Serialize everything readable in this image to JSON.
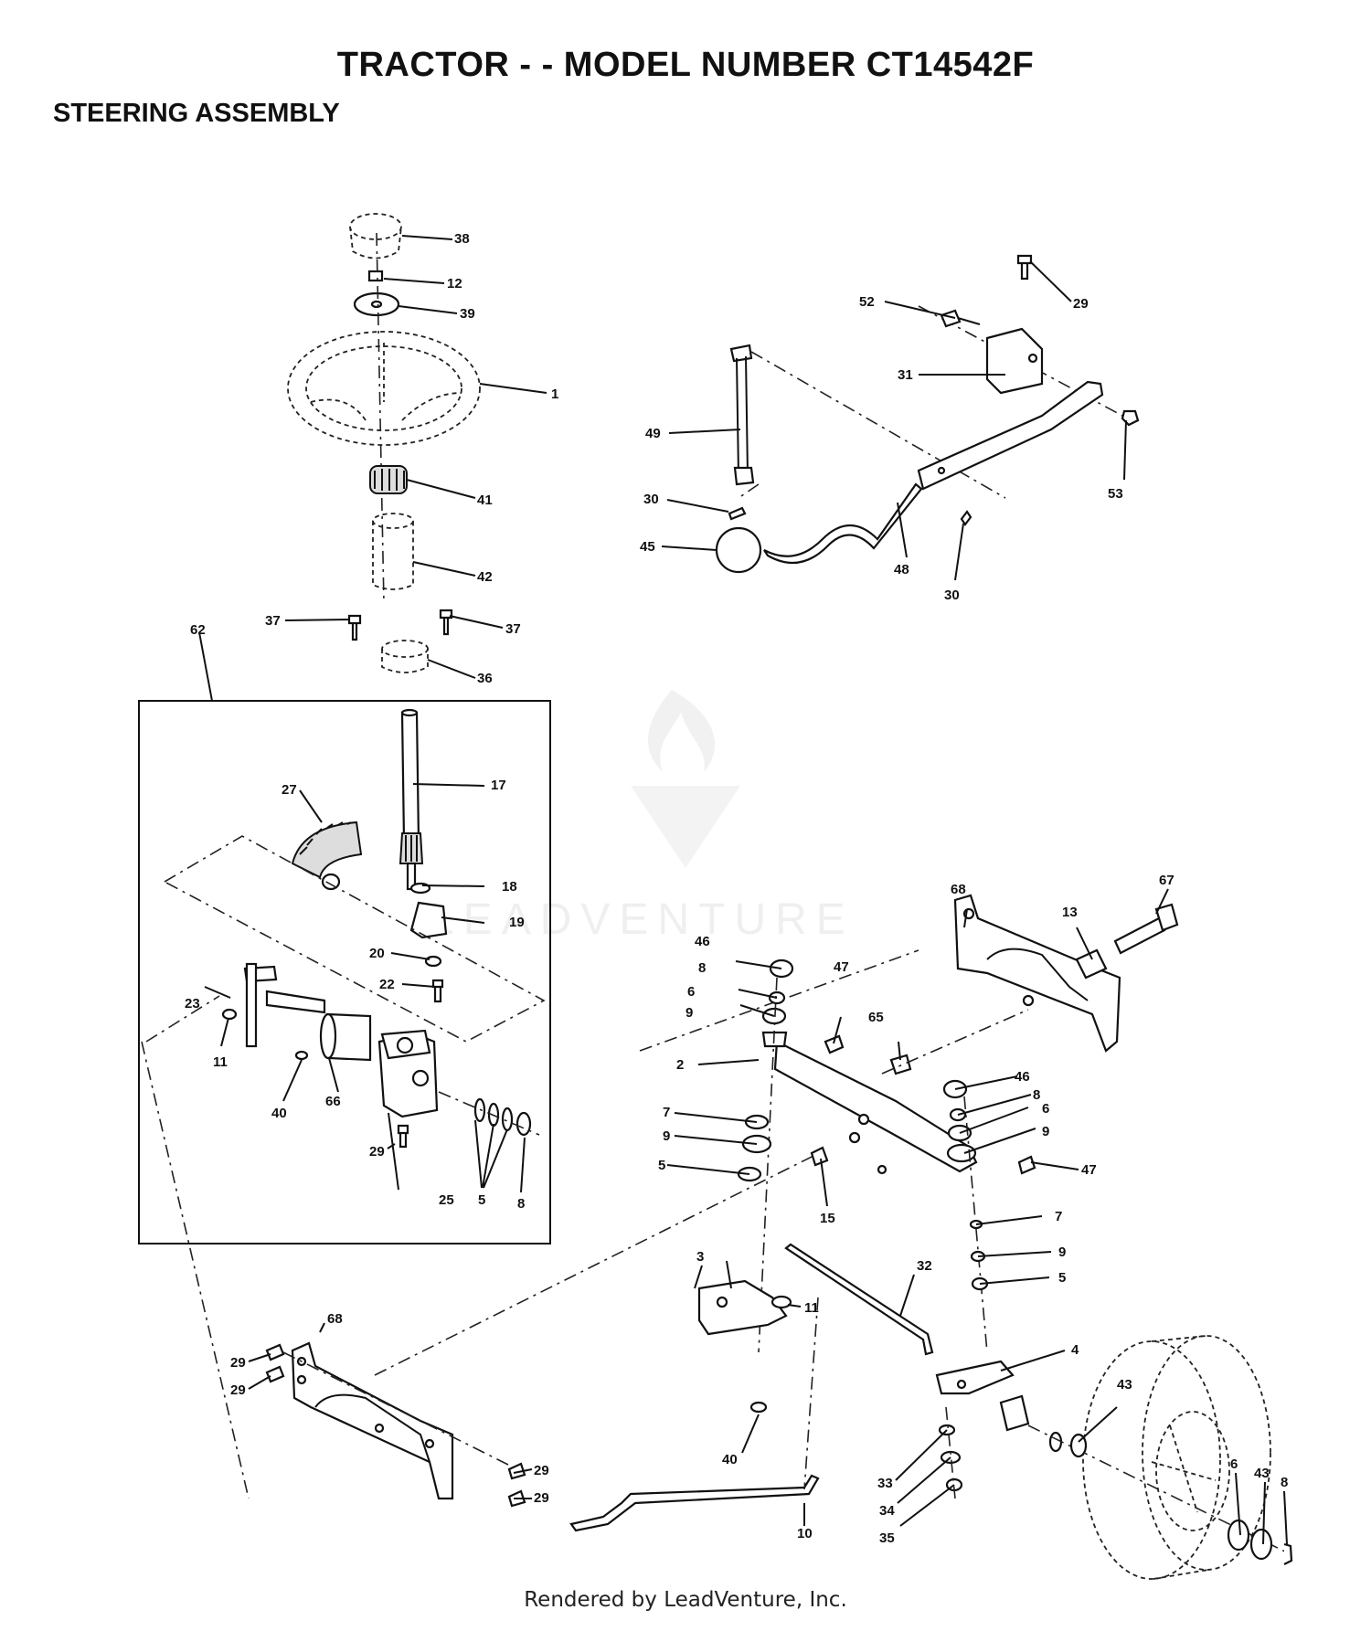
{
  "title": "TRACTOR - - MODEL NUMBER CT14542F",
  "subtitle": "STEERING ASSEMBLY",
  "footer": "Rendered by LeadVenture, Inc.",
  "watermark": "LEADVENTURE",
  "callouts": [
    "1",
    "2",
    "3",
    "4",
    "5",
    "6",
    "7",
    "8",
    "9",
    "10",
    "11",
    "12",
    "13",
    "15",
    "17",
    "18",
    "19",
    "20",
    "22",
    "23",
    "25",
    "27",
    "29",
    "30",
    "31",
    "32",
    "33",
    "34",
    "35",
    "36",
    "37",
    "38",
    "39",
    "40",
    "41",
    "42",
    "43",
    "45",
    "46",
    "47",
    "48",
    "49",
    "52",
    "53",
    "62",
    "65",
    "66",
    "67",
    "68"
  ],
  "labels": {
    "l38": "38",
    "l12": "12",
    "l39": "39",
    "l1": "1",
    "l41": "41",
    "l42": "42",
    "l37a": "37",
    "l37b": "37",
    "l36": "36",
    "l62": "62",
    "l52": "52",
    "l29top": "29",
    "l31": "31",
    "l49": "49",
    "l53": "53",
    "l30a": "30",
    "l45": "45",
    "l48": "48",
    "l30b": "30",
    "l27": "27",
    "l17": "17",
    "l18": "18",
    "l19": "19",
    "l20": "20",
    "l22": "22",
    "l23": "23",
    "l11a": "11",
    "l40a": "40",
    "l66": "66",
    "l29mid": "29",
    "l25": "25",
    "l5a": "5",
    "l8a": "8",
    "l68a": "68",
    "l13": "13",
    "l67": "67",
    "l46a": "46",
    "l8b": "8",
    "l6a": "6",
    "l9a": "9",
    "l47a": "47",
    "l65": "65",
    "l2": "2",
    "l46b": "46",
    "l8c": "8",
    "l6b": "6",
    "l9b": "9",
    "l47b": "47",
    "l7a": "7",
    "l9c": "9",
    "l5b": "5",
    "l15": "15",
    "l7b": "7",
    "l9d": "9",
    "l5c": "5",
    "l3": "3",
    "l32": "32",
    "l11b": "11",
    "l4": "4",
    "l43a": "43",
    "l68b": "68",
    "l29a": "29",
    "l29b": "29",
    "l29c": "29",
    "l29d": "29",
    "l40b": "40",
    "l10": "10",
    "l33": "33",
    "l34": "34",
    "l35": "35",
    "l6c": "6",
    "l43b": "43",
    "l8d": "8"
  }
}
